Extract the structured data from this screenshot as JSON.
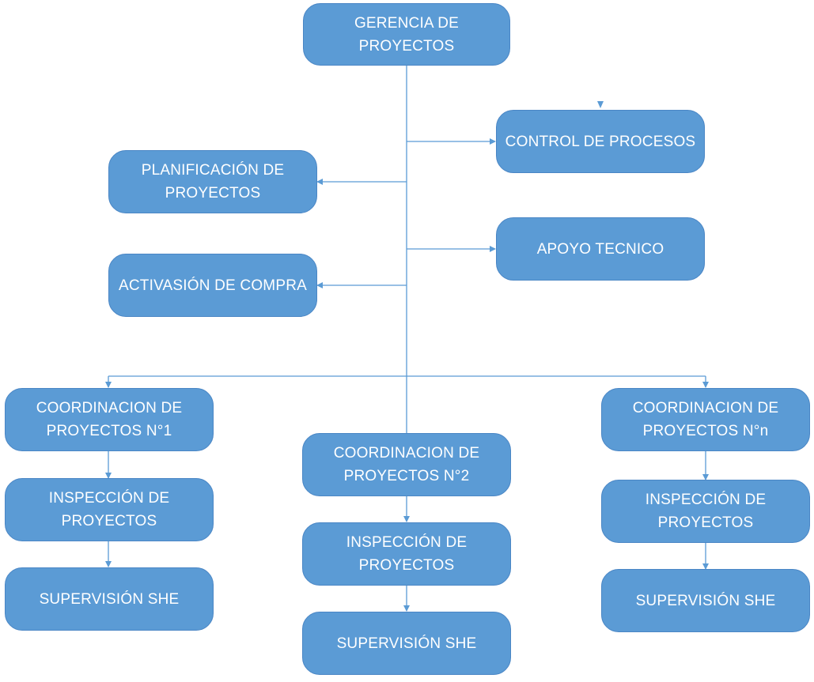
{
  "colors": {
    "node_fill": "#5b9bd5",
    "connector": "#5b9bd5"
  },
  "nodes": {
    "gerencia": "GERENCIA DE PROYECTOS",
    "control": "CONTROL DE PROCESOS",
    "planificacion": "PLANIFICACIÓN DE\nPROYECTOS",
    "apoyo": "APOYO TECNICO",
    "activacion": "ACTIVASIÓN DE COMPRA",
    "coord1": "COORDINACION DE\nPROYECTOS N°1",
    "coord2": "COORDINACION DE\nPROYECTOS N°2",
    "coordn": "COORDINACION DE\nPROYECTOS N°n",
    "insp1": "INSPECCIÓN DE\nPROYECTOS",
    "insp2": "INSPECCIÓN DE\nPROYECTOS",
    "inspn": "INSPECCIÓN DE\nPROYECTOS",
    "she1": "SUPERVISIÓN SHE",
    "she2": "SUPERVISIÓN SHE",
    "shen": "SUPERVISIÓN SHE"
  }
}
